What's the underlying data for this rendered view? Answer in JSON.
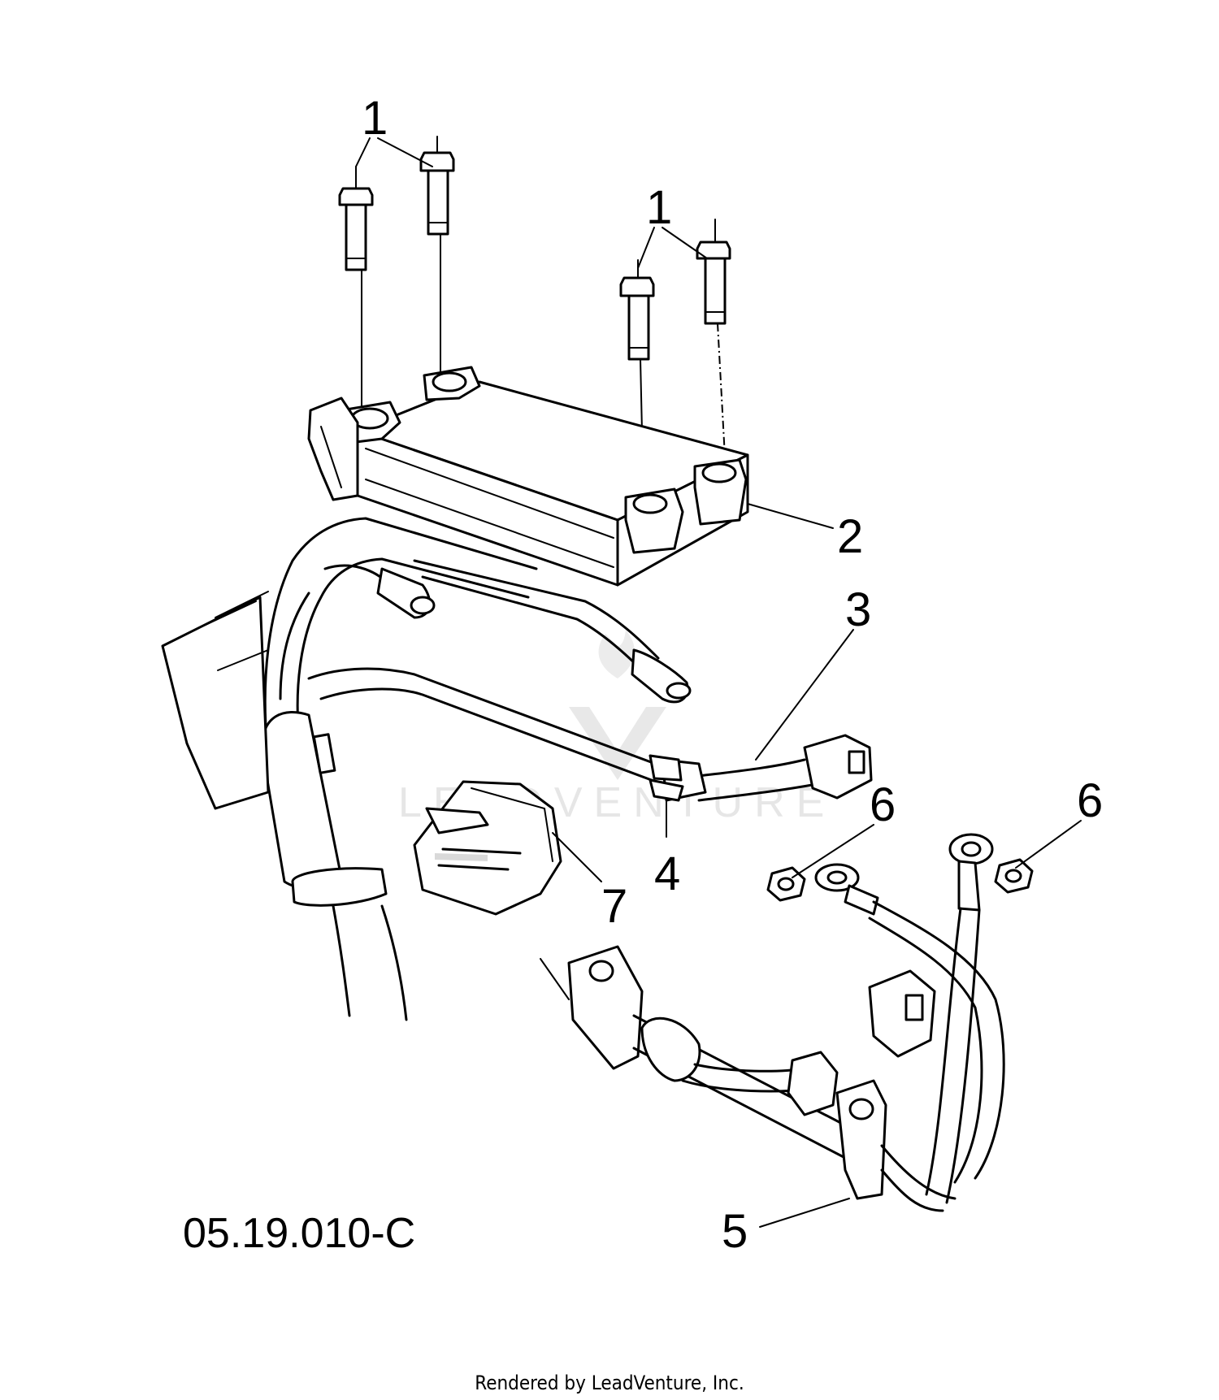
{
  "diagram": {
    "code": "05.19.010-C",
    "credit": "Rendered by LeadVenture, Inc.",
    "watermark": "LEADVENTURE",
    "callouts": [
      {
        "id": "callout-1a",
        "label": "1"
      },
      {
        "id": "callout-1b",
        "label": "1"
      },
      {
        "id": "callout-2",
        "label": "2"
      },
      {
        "id": "callout-3",
        "label": "3"
      },
      {
        "id": "callout-4",
        "label": "4"
      },
      {
        "id": "callout-5",
        "label": "5"
      },
      {
        "id": "callout-6a",
        "label": "6"
      },
      {
        "id": "callout-6b",
        "label": "6"
      },
      {
        "id": "callout-7",
        "label": "7"
      }
    ]
  }
}
